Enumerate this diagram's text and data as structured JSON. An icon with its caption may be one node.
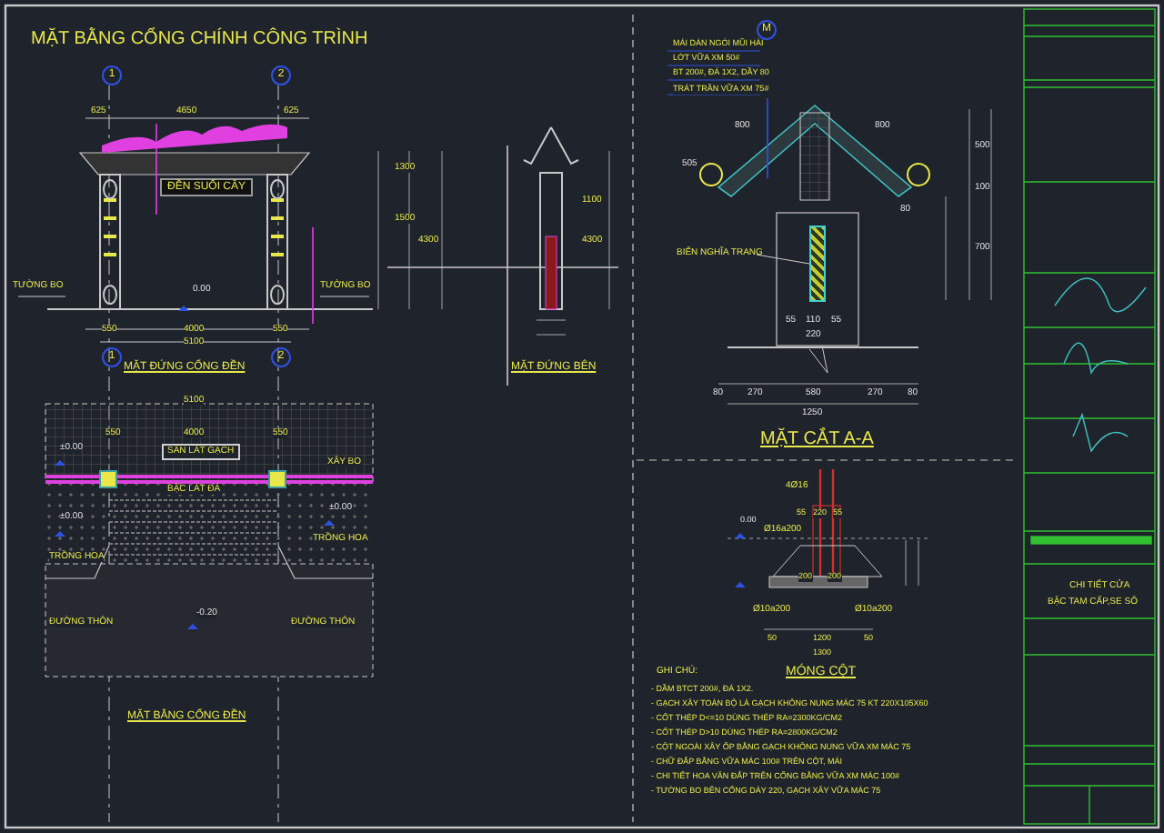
{
  "diagram": {
    "title": "MẶT BẰNG CỔNG CHÍNH CÔNG TRÌNH",
    "nodes": [
      {
        "text": [
          "BIỂN NGHĨA TRANG"
        ]
      },
      {
        "text": [],
        "shape": "box"
      }
    ],
    "edges": [
      {
        "from": 0,
        "to": 1,
        "arrow": "none"
      }
    ],
    "labels": [
      "1",
      "2",
      "625",
      "4650",
      "625",
      "ĐỀN SUỐI CÂY",
      "TƯỜNG BO",
      "0.00",
      "TƯỜNG BO",
      "550",
      "4000",
      "550",
      "5100",
      "1",
      "2",
      "MẶT ĐỨNG CỔNG ĐỀN",
      "1300",
      "1500",
      "4300",
      "1100",
      "4300",
      "MẶT ĐỨNG BÊN",
      "5100",
      "550",
      "4000",
      "550",
      "SÂN LÁT GẠCH",
      "±0.00",
      "XÂY BO",
      "BẬC LÁT ĐÁ",
      "±0.00",
      "±0.00",
      "TRỒNG HOA",
      "TRỒNG HOA",
      "ĐƯỜNG THÔN",
      "-0.20",
      "ĐƯỜNG THÔN",
      "MẶT BẰNG CỔNG ĐỀN",
      "M",
      "MÁI DÁN NGÓI MŨI HÀI",
      "LỚT VỮA XM 50#",
      "BT 200#, ĐÁ 1X2, DẦY 80",
      "TRÁT TRẦN VỮA XM 75#",
      "800",
      "800",
      "505",
      "80",
      "500",
      "100",
      "700",
      "55",
      "110",
      "55",
      "220",
      "80",
      "270",
      "580",
      "270",
      "80",
      "1250",
      "MẶT CẮT A-A",
      "4Ø16",
      "55",
      "220",
      "55",
      "0.00",
      "Ø16a200",
      "200",
      "200",
      "Ø10a200",
      "Ø10a200",
      "50",
      "1200",
      "50",
      "1300",
      "MÓNG CỘT",
      "GHI CHÚ:",
      "- DẦM BTCT 200#, ĐÁ 1X2.",
      "- GẠCH XÂY TOÀN BỘ LÀ GẠCH KHÔNG NUNG MÁC 75 KT 220X105X60",
      "- CỐT THÉP D<=10 DÙNG THÉP RA=2300KG/CM2",
      "- CỐT THÉP D>10 DÙNG THÉP RA=2800KG/CM2",
      "- CỘT NGOÀI XÂY ỐP BẰNG GẠCH KHÔNG NUNG VỮA XM MÁC 75",
      "- CHỮ ĐẮP BẰNG VỮA MÁC 100# TRÊN CỘT, MÁI",
      "- CHI TIẾT HOA VĂN ĐẮP TRÊN CỔNG BẰNG VỮA XM MÁC 100#",
      "- TƯỜNG BO BÊN CỔNG DÀY 220, GẠCH XÂY VỮA MÁC 75",
      "CHI TIẾT CỬA",
      "BẬC TAM CẤP,SE SÔ"
    ]
  }
}
